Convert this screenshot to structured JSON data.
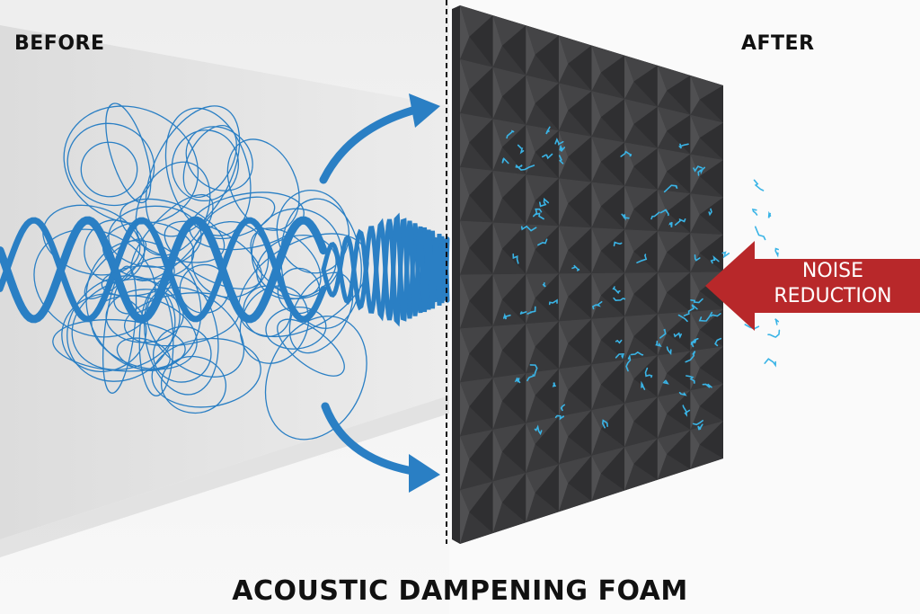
{
  "labels": {
    "before": "BEFORE",
    "after": "AFTER",
    "title": "ACOUSTIC DAMPENING FOAM",
    "callout_line1": "NOISE",
    "callout_line2": "REDUCTION"
  },
  "colors": {
    "wave_blue": "#2a7fc4",
    "absorbed_wave_cyan": "#3ab4e6",
    "foam_dark": "#3a3a3c",
    "callout_red": "#b8282a",
    "wall_gray": "#e6e6e6",
    "text_dark": "#111111"
  },
  "foam": {
    "rows": 10,
    "cols": 8
  }
}
